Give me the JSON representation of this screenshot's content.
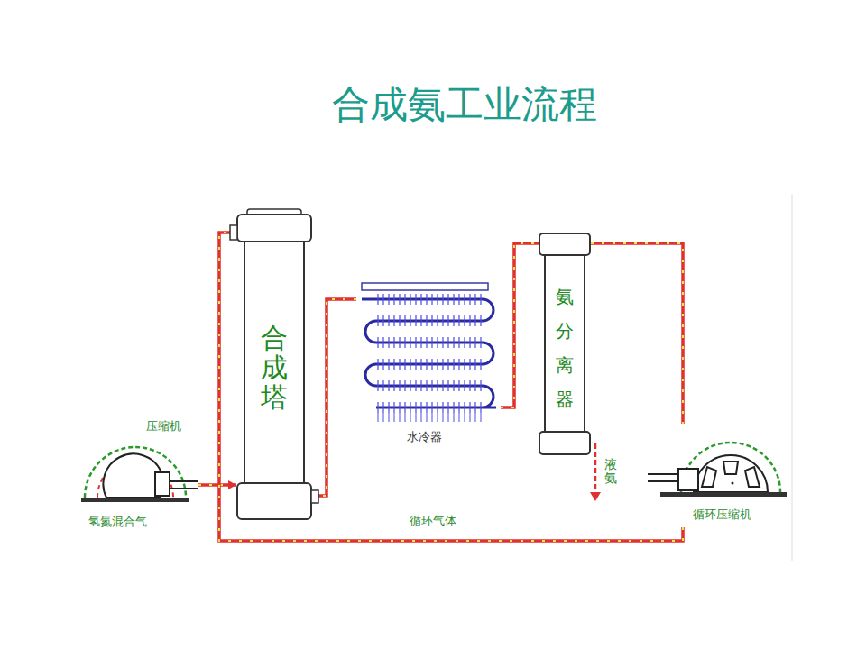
{
  "diagram": {
    "title": "合成氨工业流程",
    "nodes": [
      {
        "text": [
          "压缩机"
        ]
      },
      {
        "text": [
          "合成塔"
        ]
      },
      {
        "text": [
          "水冷器"
        ]
      },
      {
        "text": [
          "氨分离器"
        ]
      },
      {
        "text": [
          "循环压缩机"
        ]
      }
    ],
    "edges": [
      {
        "from": 0,
        "to": 1,
        "arrow": "to"
      },
      {
        "from": 1,
        "to": 2,
        "arrow": "none"
      },
      {
        "from": 2,
        "to": 3,
        "arrow": "none"
      },
      {
        "from": 3,
        "to": 4,
        "arrow": "none"
      },
      {
        "from": 4,
        "to": 1,
        "arrow": "none",
        "label": "循环气体"
      }
    ],
    "labels": [
      "氢氮混合气",
      "液氨"
    ]
  }
}
